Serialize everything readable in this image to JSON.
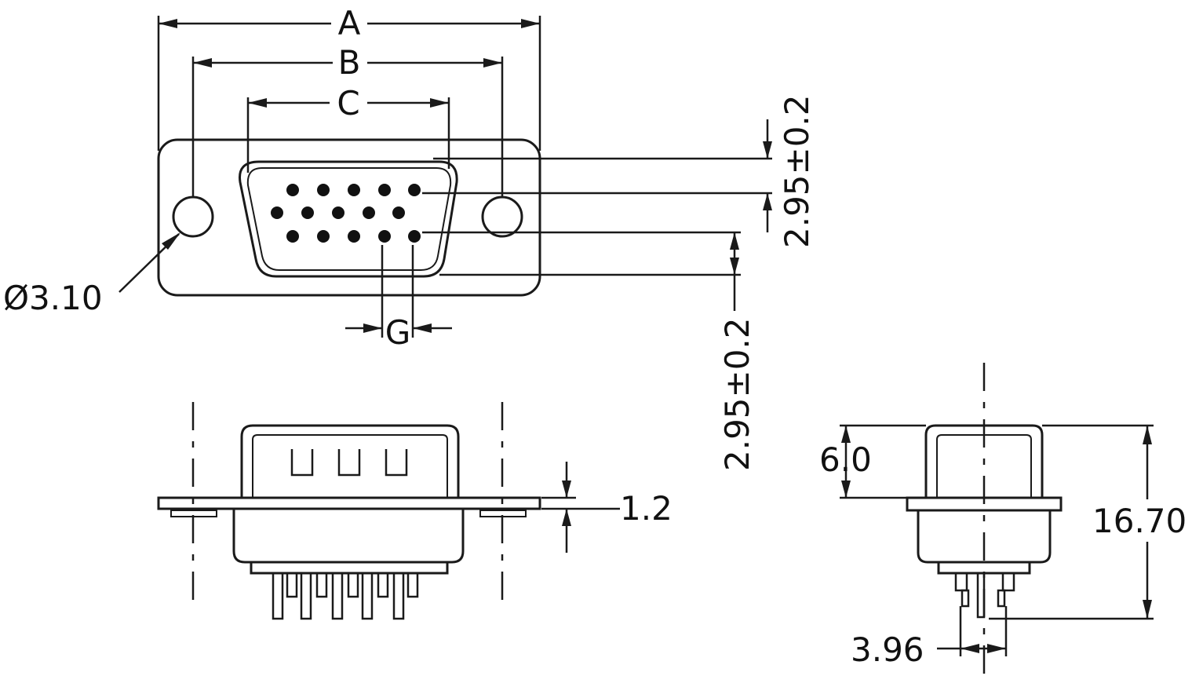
{
  "labels": {
    "dim_a": "A",
    "dim_b": "B",
    "dim_c": "C",
    "dim_g": "G",
    "hole_diameter": "Ø3.10",
    "row_pitch_upper": "2.95±0.2",
    "row_pitch_lower": "2.95±0.2",
    "flange_thickness": "1.2",
    "shell_height": "6.0",
    "overall_height": "16.70",
    "pin_spacing": "3.96"
  },
  "colors": {
    "line": "#1a1a1a",
    "background": "#ffffff"
  },
  "connector": {
    "pin_rows": [
      5,
      5,
      5
    ]
  }
}
